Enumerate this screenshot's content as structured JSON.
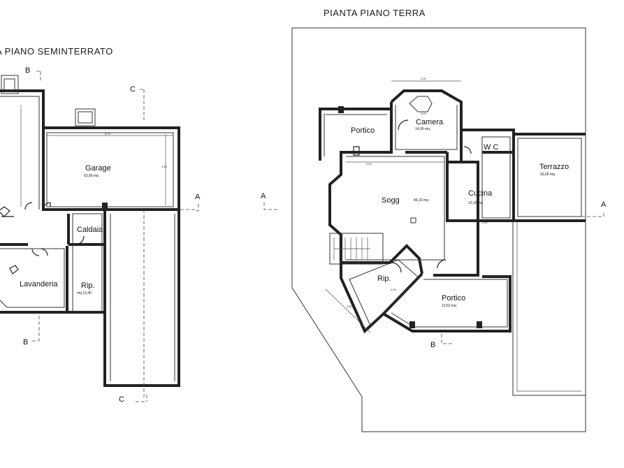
{
  "titles": {
    "left": "A PIANO SEMINTERRATO",
    "right": "PIANTA PIANO TERRA"
  },
  "basement_rooms": {
    "garage": {
      "label": "Garage",
      "area": "53,06 mq"
    },
    "caldaia": {
      "label": "Caldaia"
    },
    "lavanderia": {
      "label": "Lavanderia"
    },
    "rip": {
      "label": "Rip.",
      "area": "mq 13,40"
    }
  },
  "ground_rooms": {
    "portico_nw": {
      "label": "Portico"
    },
    "camera": {
      "label": "Camera",
      "area": "14,06 mq"
    },
    "wc": {
      "label": "W C"
    },
    "terrazzo": {
      "label": "Terrazzo",
      "area": "33,06 mq"
    },
    "sogg": {
      "label": "Sogg",
      "area": "46,10 mq"
    },
    "cucina": {
      "label": "Cucina",
      "area": "12,32 mq"
    },
    "rip": {
      "label": "Rip."
    },
    "portico_s": {
      "label": "Portico",
      "area": "13,52 mq"
    }
  },
  "section_markers": {
    "b_top": "B",
    "b_bottom": "B",
    "c_top": "C",
    "c_bottom": "C",
    "a_left_basement": "A",
    "a_left_ground": "A",
    "a_right_ground": "A",
    "b_ground": "B"
  },
  "dimensions": {
    "garage_width": "8,70",
    "garage_depth": "3,50",
    "camera_width": "3,60",
    "bay_width": "4,25",
    "sogg_width": "2,64",
    "cucina_width": "2,60",
    "rip_width": "3,00",
    "portico_diag": "3,60"
  }
}
